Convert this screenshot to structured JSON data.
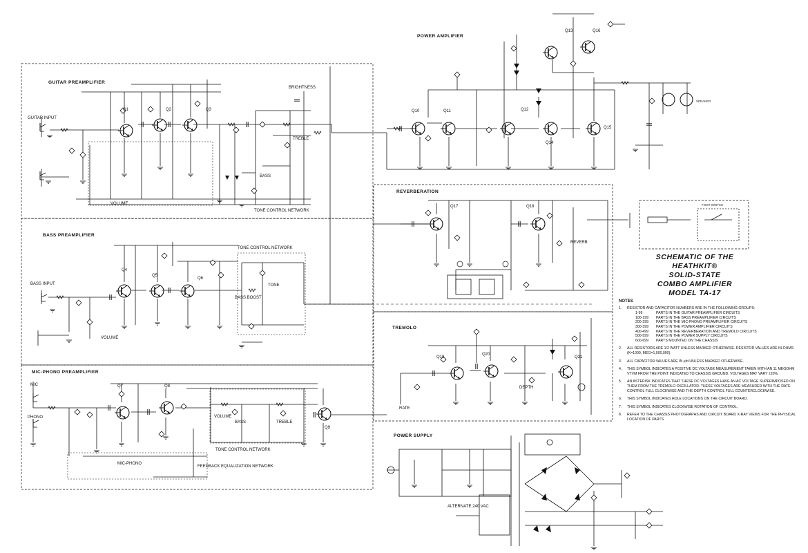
{
  "sections": {
    "power_amplifier": "POWER AMPLIFIER",
    "guitar_preamp": "GUITAR PREAMPLIFIER",
    "bass_preamp": "BASS PREAMPLIFIER",
    "mic_phono_preamp": "MIC-PHONO PREAMPLIFIER",
    "reverberation": "REVERBERATION",
    "tremolo": "TREMOLO",
    "power_supply": "POWER SUPPLY",
    "tone_control_network": "TONE CONTROL NETWORK",
    "tone_control_network_bass": "TONE CONTROL NETWORK",
    "tone_control_network_mic": "TONE CONTROL NETWORK",
    "feedback_network": "FEEDBACK EQUALIZATION NETWORK"
  },
  "labels": {
    "guitar_input": "GUITAR INPUT",
    "bass_input": "BASS INPUT",
    "mic": "MIC",
    "phono": "PHONO",
    "volume": "VOLUME",
    "brightness": "BRIGHTNESS",
    "treble": "TREBLE",
    "bass": "BASS",
    "bass_boost": "BASS BOOST",
    "tone": "TONE",
    "mic_phono": "MIC-PHONO",
    "reverb": "REVERB",
    "rate": "RATE",
    "depth": "DEPTH",
    "foot_switch": "FOOT SWITCH",
    "speaker": "SPEAKER",
    "alternate_ac": "ALTERNATE 240 VAC",
    "treble_mic": "TREBLE",
    "bass_mic": "BASS",
    "volume_mic": "VOLUME"
  },
  "transistors": {
    "q1": "Q1",
    "q2": "Q2",
    "q3": "Q3",
    "q4": "Q4",
    "q5": "Q5",
    "q6": "Q6",
    "q7": "Q7",
    "q8": "Q8",
    "q9": "Q9",
    "q10": "Q10",
    "q11": "Q11",
    "q12": "Q12",
    "q13": "Q13",
    "q14": "Q14",
    "q15": "Q15",
    "q16": "Q16",
    "q17": "Q17",
    "q18": "Q18",
    "q19": "Q19",
    "q20": "Q20",
    "q21": "Q21"
  },
  "title": {
    "line1": "SCHEMATIC OF THE",
    "line2": "HEATHKIT®",
    "line3": "SOLID-STATE",
    "line4": "COMBO AMPLIFIER",
    "line5": "MODEL TA-17"
  },
  "notes": {
    "heading": "NOTES",
    "n1": {
      "num": "1.",
      "text": "RESISTOR AND CAPACITOR NUMBERS ARE IN THE FOLLOWING GROUPS:",
      "groups": [
        {
          "range": "1-99",
          "desc": "PARTS IN THE GUITAR PREAMPLIFIER CIRCUITS"
        },
        {
          "range": "100-199",
          "desc": "PARTS IN THE BASS PREAMPLIFIER CIRCUITS"
        },
        {
          "range": "200-299",
          "desc": "PARTS IN THE MIC-PHONO PREAMPLIFIER CIRCUITS"
        },
        {
          "range": "300-399",
          "desc": "PARTS IN THE POWER AMPLIFIER CIRCUITS"
        },
        {
          "range": "400-499",
          "desc": "PARTS IN THE REVERBERATION AND TREMOLO CIRCUITS"
        },
        {
          "range": "500-599",
          "desc": "PARTS IN THE POWER SUPPLY CIRCUITS"
        },
        {
          "range": "600-699",
          "desc": "PARTS MOUNTED ON THE CHASSIS"
        }
      ]
    },
    "n2": {
      "num": "2.",
      "text": "ALL RESISTORS ARE 1/2 WATT UNLESS MARKED OTHERWISE. RESISTOR VALUES ARE IN OHMS (K=1000, MEG=1,000,000)."
    },
    "n3": {
      "num": "3.",
      "text": "ALL CAPACITOR VALUES ARE IN µfd UNLESS MARKED OTHERWISE."
    },
    "n4": {
      "num": "4.",
      "text": "THIS SYMBOL INDICATES A POSITIVE DC VOLTAGE MEASUREMENT TAKEN WITH AN 11 MEGOHM VTVM FROM THE POINT INDICATED TO CHASSIS GROUND. VOLTAGES MAY VARY ±20%."
    },
    "n5": {
      "num": "5.",
      "text": "AN ASTERISK INDICATES THAT THESE DC VOLTAGES HAVE AN AC VOLTAGE SUPERIMPOSED ON THEM FROM THE TREMOLO OSCILLATOR. THESE VOLTAGES ARE MEASURED WITH THE RATE CONTROL FULL CLOCKWISE AND THE DEPTH CONTROL FULL COUNTERCLOCKWISE."
    },
    "n6": {
      "num": "6.",
      "text": "THIS SYMBOL INDICATES HOLE LOCATIONS ON THE CIRCUIT BOARD."
    },
    "n7": {
      "num": "7.",
      "text": "THIS SYMBOL INDICATES CLOCKWISE ROTATION OF CONTROL."
    },
    "n8": {
      "num": "8.",
      "text": "REFER TO THE CHASSIS PHOTOGRAPHS AND CIRCUIT BOARD X-RAY VIEWS FOR THE PHYSICAL LOCATION OF PARTS."
    }
  }
}
